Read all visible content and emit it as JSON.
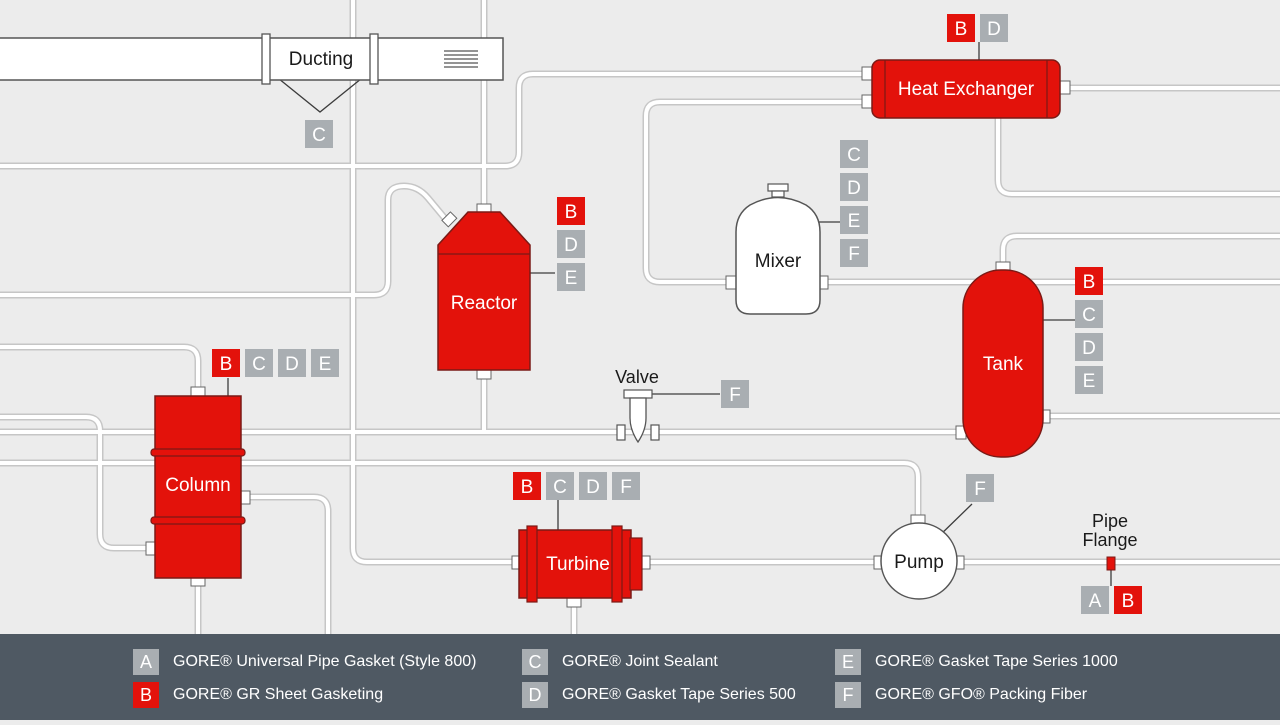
{
  "colors": {
    "background": "#ececec",
    "pipe": "#ffffff",
    "pipe_outline": "#c6c6c6",
    "equipment_red": "#e3120b",
    "equipment_white": "#ffffff",
    "badge_gray": "#a9aeb2",
    "badge_red": "#e3120b",
    "legend_bar": "#4f5963",
    "leader_line": "#3c3c3c"
  },
  "equipment": {
    "ducting": "Ducting",
    "heat_exchanger": "Heat Exchanger",
    "mixer": "Mixer",
    "reactor": "Reactor",
    "tank": "Tank",
    "valve": "Valve",
    "column": "Column",
    "turbine": "Turbine",
    "pump": "Pump",
    "pipe_flange_line1": "Pipe",
    "pipe_flange_line2": "Flange"
  },
  "badges": {
    "ducting": [
      "C"
    ],
    "heat_exchanger": [
      "B",
      "D"
    ],
    "mixer": [
      "C",
      "D",
      "E",
      "F"
    ],
    "reactor": [
      "B",
      "D",
      "E"
    ],
    "tank": [
      "B",
      "C",
      "D",
      "E"
    ],
    "valve": [
      "F"
    ],
    "column": [
      "B",
      "C",
      "D",
      "E"
    ],
    "turbine": [
      "B",
      "C",
      "D",
      "F"
    ],
    "pump": [
      "F"
    ],
    "pipe_flange": [
      "A",
      "B"
    ]
  },
  "legend": [
    {
      "letter": "A",
      "label": "GORE® Universal Pipe Gasket (Style 800)",
      "color": "#a9aeb2"
    },
    {
      "letter": "B",
      "label": "GORE® GR Sheet Gasketing",
      "color": "#e3120b"
    },
    {
      "letter": "C",
      "label": "GORE® Joint Sealant",
      "color": "#a9aeb2"
    },
    {
      "letter": "D",
      "label": "GORE® Gasket Tape Series 500",
      "color": "#a9aeb2"
    },
    {
      "letter": "E",
      "label": "GORE® Gasket Tape Series 1000",
      "color": "#a9aeb2"
    },
    {
      "letter": "F",
      "label": "GORE® GFO® Packing Fiber",
      "color": "#a9aeb2"
    }
  ]
}
